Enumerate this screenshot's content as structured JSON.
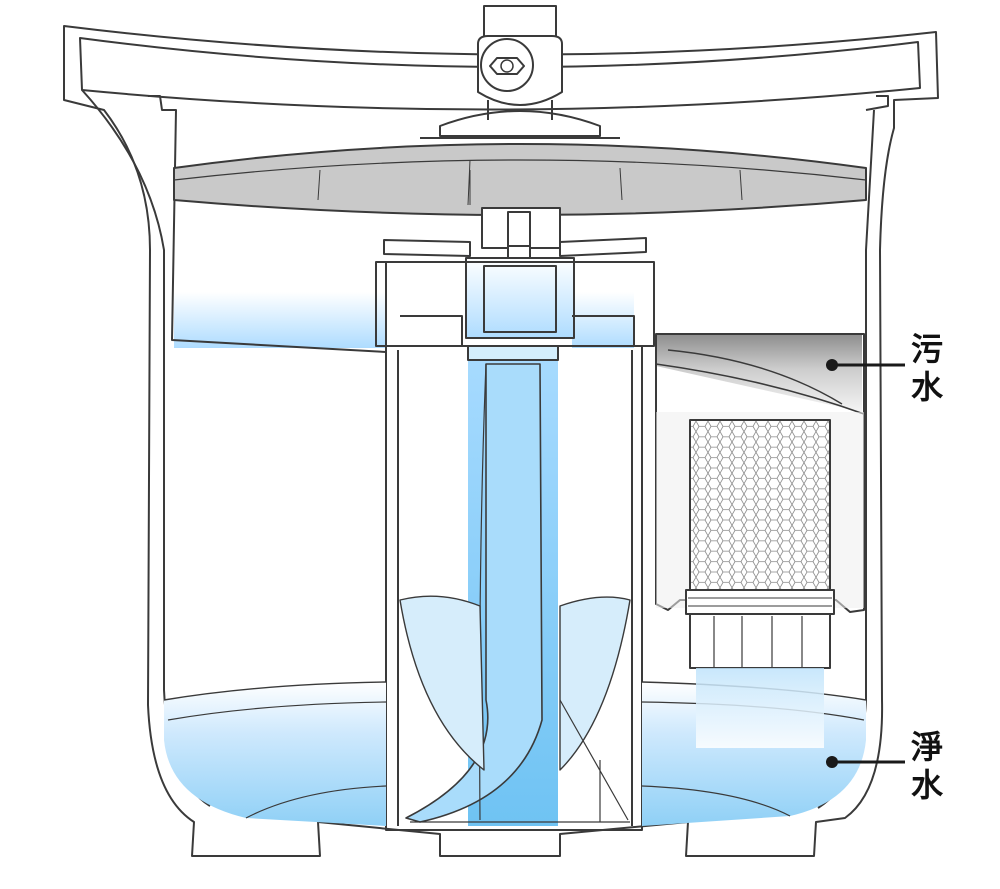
{
  "labels": {
    "dirty_water": [
      "污",
      "水"
    ],
    "clean_water": [
      "淨",
      "水"
    ]
  },
  "colors": {
    "outline": "#3a3a3a",
    "water_light": "#dcefff",
    "water_mid": "#aedcff",
    "water_strong": "#8fd0f6",
    "filter_gray": "#bdbdbd",
    "dark_gray": "#5a5a5a",
    "leader_line": "#1a1a1a"
  },
  "icons": {
    "bolt_icon": "hexagon-nut",
    "filter_mesh": "honeycomb"
  }
}
